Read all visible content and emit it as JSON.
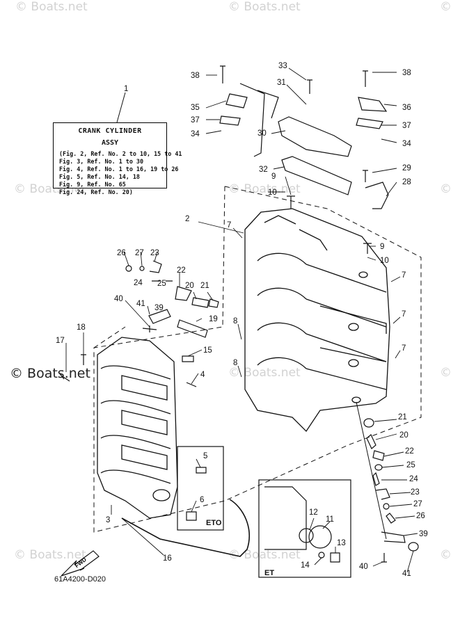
{
  "watermark": {
    "text": "© Boats.net",
    "main_text": "© Boats.net"
  },
  "info_box": {
    "title": "CRANK CYLINDER",
    "subtitle": "ASSY",
    "refs": [
      "(Fig. 2, Ref. No. 2 to 10, 15 to 41",
      "Fig. 3, Ref. No. 1 to 30",
      "Fig. 4, Ref. No. 1 to 16, 19 to 26",
      "Fig. 5, Ref. No. 14, 18",
      "Fig. 9, Ref. No. 65",
      "Fig. 24, Ref. No. 20)"
    ]
  },
  "drawing_code": "61A4200-D020",
  "boxes": {
    "eto_label": "ETO",
    "et_label": "ET",
    "fwd_label": "FWD"
  },
  "callouts": [
    {
      "id": "c1",
      "label": "1"
    },
    {
      "id": "c2",
      "label": "2"
    },
    {
      "id": "c3",
      "label": "3"
    },
    {
      "id": "c4",
      "label": "4"
    },
    {
      "id": "c5",
      "label": "5"
    },
    {
      "id": "c6",
      "label": "6"
    },
    {
      "id": "c7a",
      "label": "7"
    },
    {
      "id": "c7b",
      "label": "7"
    },
    {
      "id": "c7c",
      "label": "7"
    },
    {
      "id": "c7d",
      "label": "7"
    },
    {
      "id": "c8a",
      "label": "8"
    },
    {
      "id": "c8b",
      "label": "8"
    },
    {
      "id": "c9a",
      "label": "9"
    },
    {
      "id": "c9b",
      "label": "9"
    },
    {
      "id": "c10a",
      "label": "10"
    },
    {
      "id": "c10b",
      "label": "10"
    },
    {
      "id": "c11",
      "label": "11"
    },
    {
      "id": "c12",
      "label": "12"
    },
    {
      "id": "c13",
      "label": "13"
    },
    {
      "id": "c14",
      "label": "14"
    },
    {
      "id": "c15",
      "label": "15"
    },
    {
      "id": "c16",
      "label": "16"
    },
    {
      "id": "c17",
      "label": "17"
    },
    {
      "id": "c18",
      "label": "18"
    },
    {
      "id": "c19",
      "label": "19"
    },
    {
      "id": "c20a",
      "label": "20"
    },
    {
      "id": "c20b",
      "label": "20"
    },
    {
      "id": "c21a",
      "label": "21"
    },
    {
      "id": "c21b",
      "label": "21"
    },
    {
      "id": "c22a",
      "label": "22"
    },
    {
      "id": "c22b",
      "label": "22"
    },
    {
      "id": "c23a",
      "label": "23"
    },
    {
      "id": "c23b",
      "label": "23"
    },
    {
      "id": "c24a",
      "label": "24"
    },
    {
      "id": "c24b",
      "label": "24"
    },
    {
      "id": "c25a",
      "label": "25"
    },
    {
      "id": "c25b",
      "label": "25"
    },
    {
      "id": "c26a",
      "label": "26"
    },
    {
      "id": "c26b",
      "label": "26"
    },
    {
      "id": "c27a",
      "label": "27"
    },
    {
      "id": "c27b",
      "label": "27"
    },
    {
      "id": "c28",
      "label": "28"
    },
    {
      "id": "c29",
      "label": "29"
    },
    {
      "id": "c30",
      "label": "30"
    },
    {
      "id": "c31",
      "label": "31"
    },
    {
      "id": "c32",
      "label": "32"
    },
    {
      "id": "c33",
      "label": "33"
    },
    {
      "id": "c34a",
      "label": "34"
    },
    {
      "id": "c34b",
      "label": "34"
    },
    {
      "id": "c35",
      "label": "35"
    },
    {
      "id": "c36",
      "label": "36"
    },
    {
      "id": "c37a",
      "label": "37"
    },
    {
      "id": "c37b",
      "label": "37"
    },
    {
      "id": "c38a",
      "label": "38"
    },
    {
      "id": "c38b",
      "label": "38"
    },
    {
      "id": "c39a",
      "label": "39"
    },
    {
      "id": "c39b",
      "label": "39"
    },
    {
      "id": "c40a",
      "label": "40"
    },
    {
      "id": "c40b",
      "label": "40"
    },
    {
      "id": "c41a",
      "label": "41"
    },
    {
      "id": "c41b",
      "label": "41"
    }
  ]
}
